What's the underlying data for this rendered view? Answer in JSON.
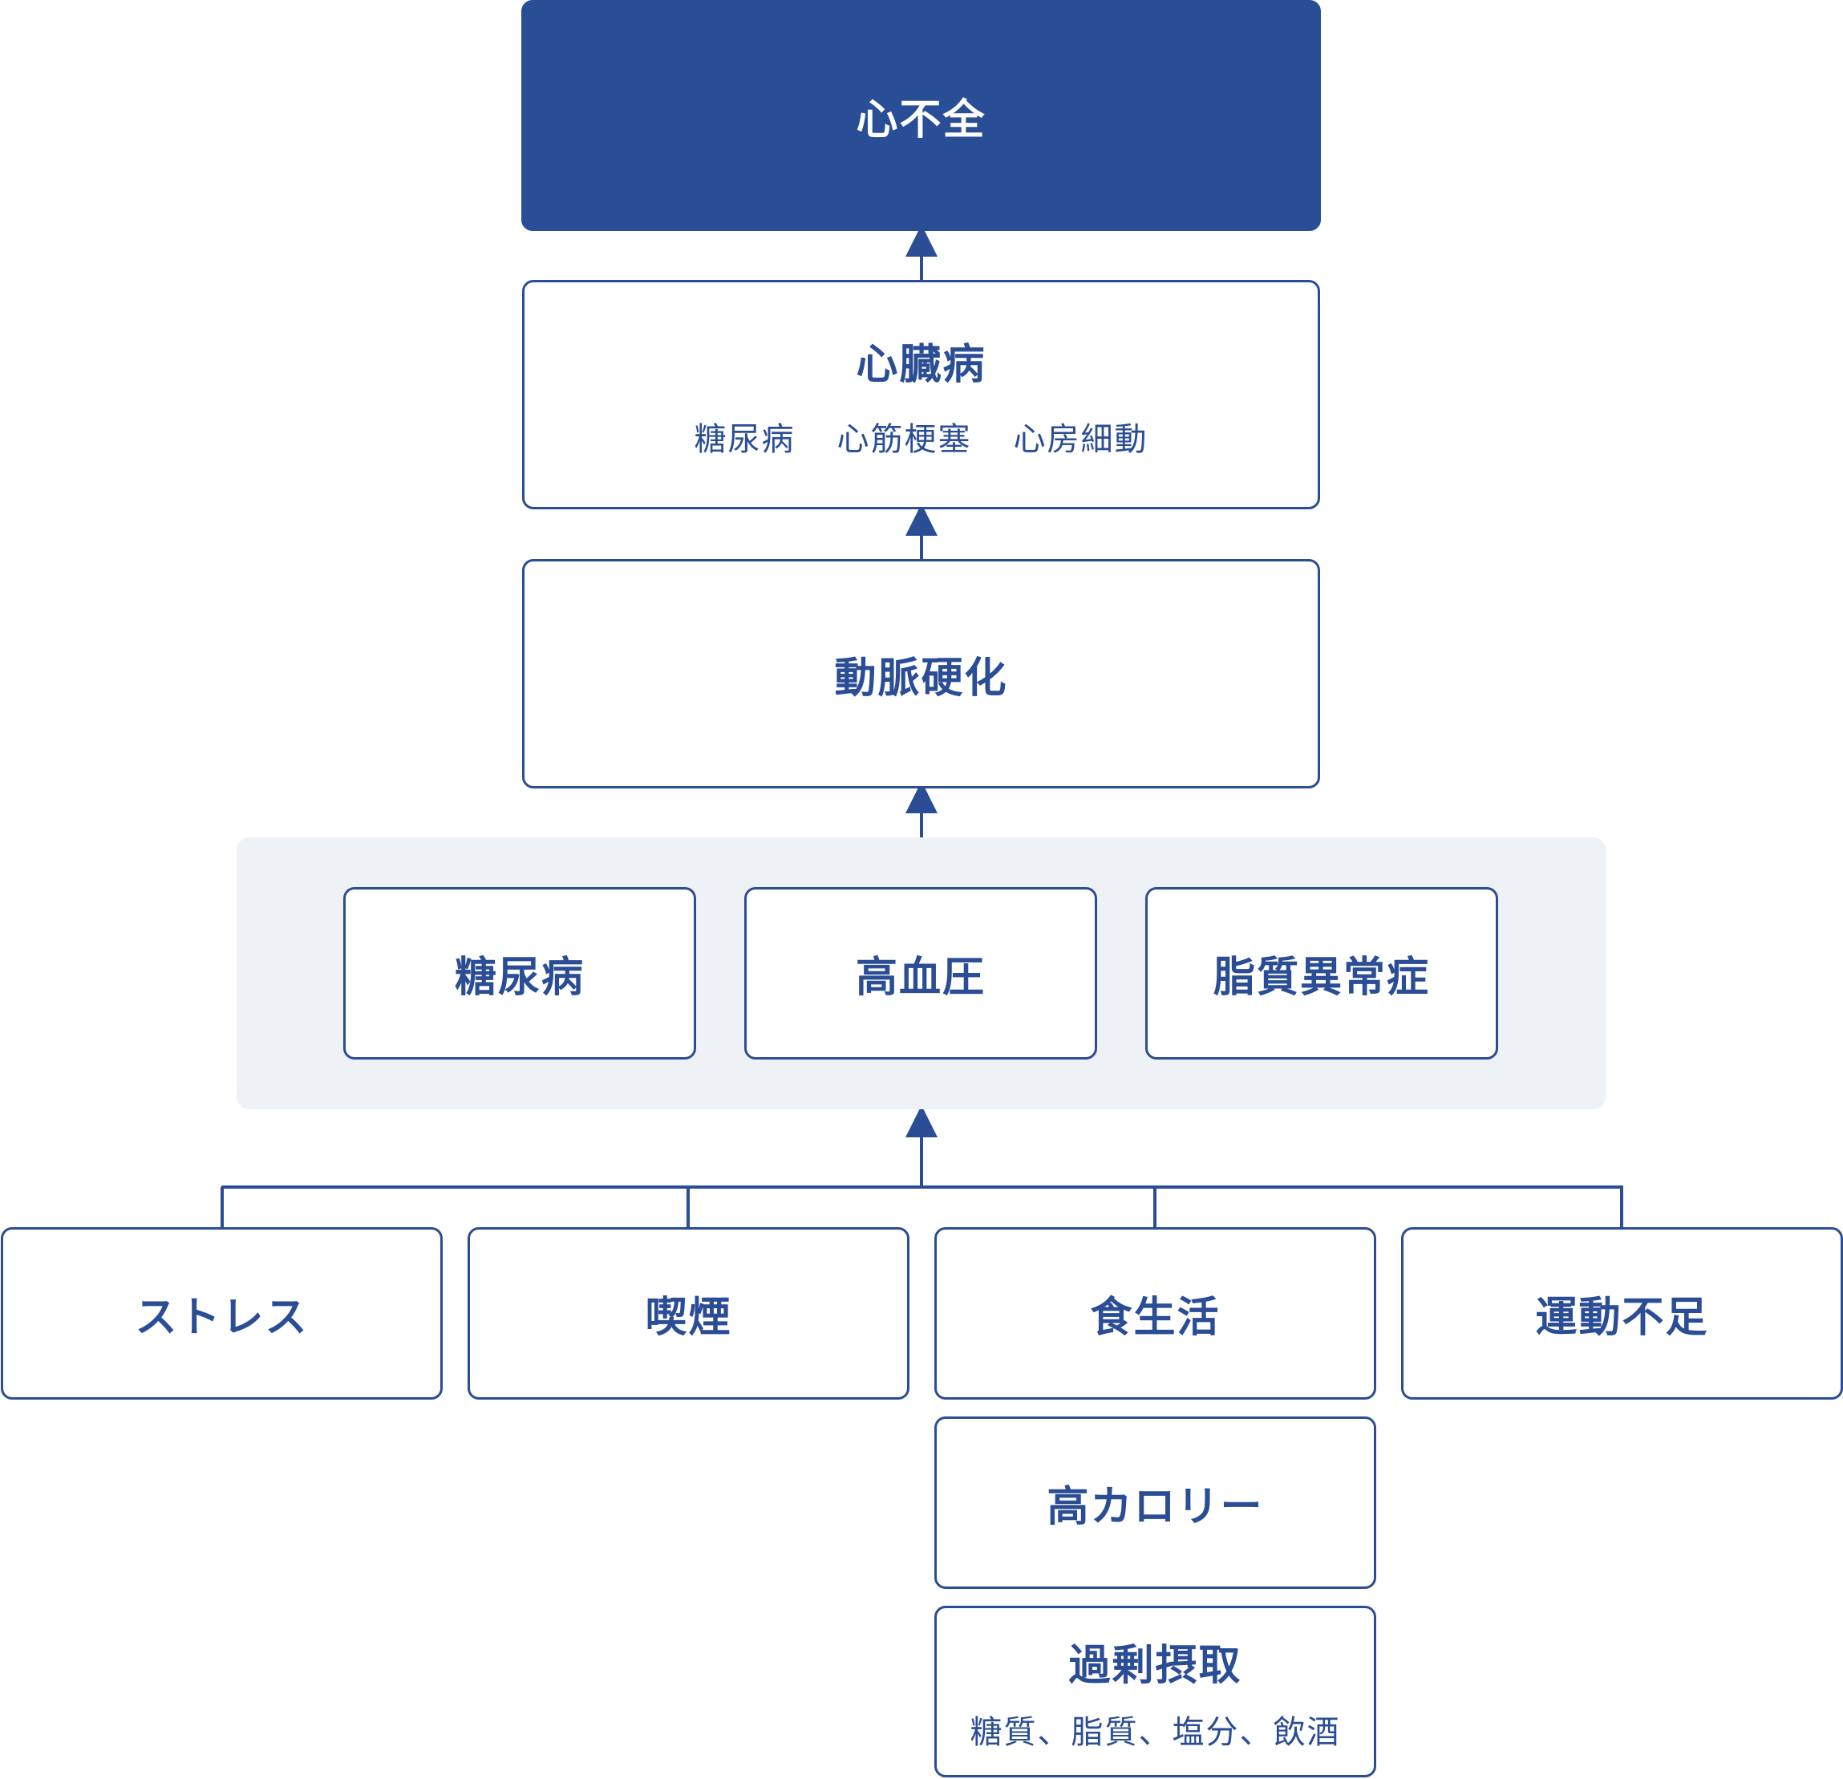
{
  "nodes": {
    "heart_failure": {
      "title": "心不全"
    },
    "heart_disease": {
      "title": "心臓病",
      "items": [
        "糖尿病",
        "心筋梗塞",
        "心房細動"
      ]
    },
    "arteriosclerosis": {
      "title": "動脈硬化"
    },
    "lifestyle_diseases": [
      {
        "title": "糖尿病"
      },
      {
        "title": "高血圧"
      },
      {
        "title": "脂質異常症"
      }
    ],
    "causes": [
      {
        "title": "ストレス"
      },
      {
        "title": "喫煙"
      },
      {
        "title": "食生活"
      },
      {
        "title": "運動不足"
      }
    ],
    "diet_details": {
      "high_calorie": {
        "title": "高カロリー"
      },
      "overconsumption": {
        "title": "過剰摂取",
        "detail": "糖質、脂質、塩分、飲酒"
      }
    }
  },
  "colors": {
    "primary": "#294e95",
    "group_background": "#eef1f6",
    "background": "#ffffff"
  }
}
